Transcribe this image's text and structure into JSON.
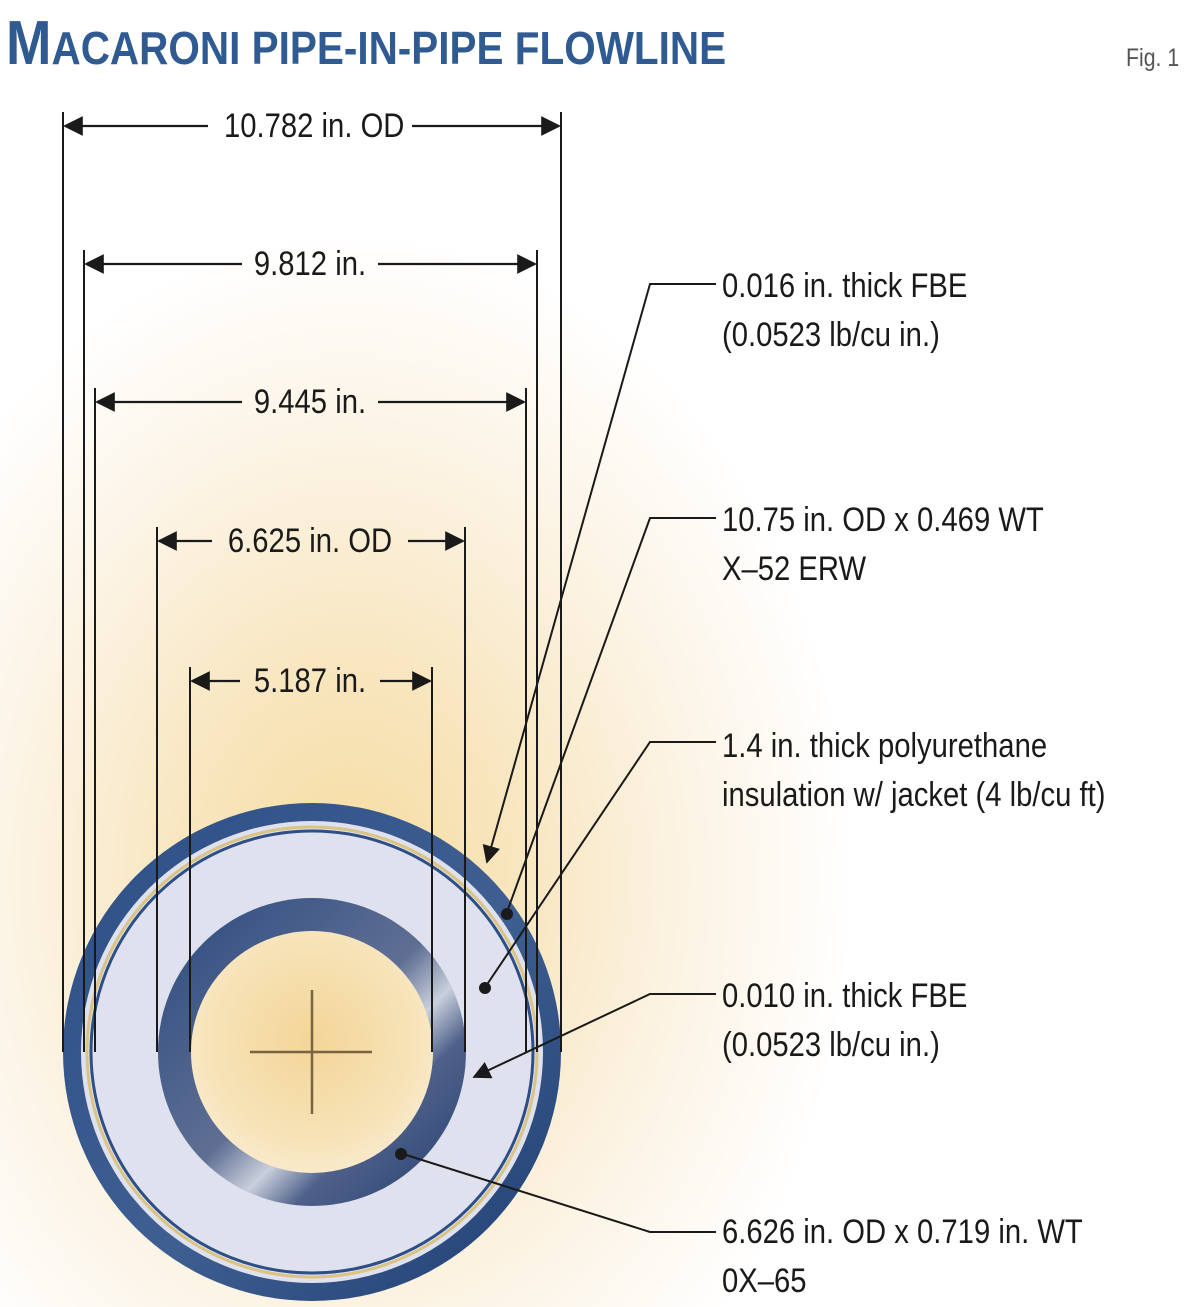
{
  "title": {
    "first_letter": "M",
    "rest": "ACARONI PIPE-IN-PIPE FLOWLINE"
  },
  "figure_ref": "Fig. 1",
  "dimensions": [
    {
      "label": "10.782 in. OD"
    },
    {
      "label": "9.812 in."
    },
    {
      "label": "9.445 in."
    },
    {
      "label": "6.625 in. OD"
    },
    {
      "label": "5.187 in."
    }
  ],
  "callouts": [
    {
      "line1": "0.016 in. thick FBE",
      "line2": "(0.0523 lb/cu in.)"
    },
    {
      "line1": "10.75 in. OD x 0.469 WT",
      "line2": "X–52 ERW"
    },
    {
      "line1": "1.4 in. thick polyurethane",
      "line2": "insulation w/ jacket (4 lb/cu ft)"
    },
    {
      "line1": "0.010 in. thick FBE",
      "line2": "(0.0523 lb/cu in.)"
    },
    {
      "line1": "6.626 in. OD  x 0.719 in. WT",
      "line2": "0X–65"
    }
  ],
  "colors": {
    "title": "#2f5a92",
    "pipe_steel": "#2d4f86",
    "insulation": "#dfe1ee",
    "fbe_coating": "#d9c483",
    "glow": "#f6dca0"
  }
}
